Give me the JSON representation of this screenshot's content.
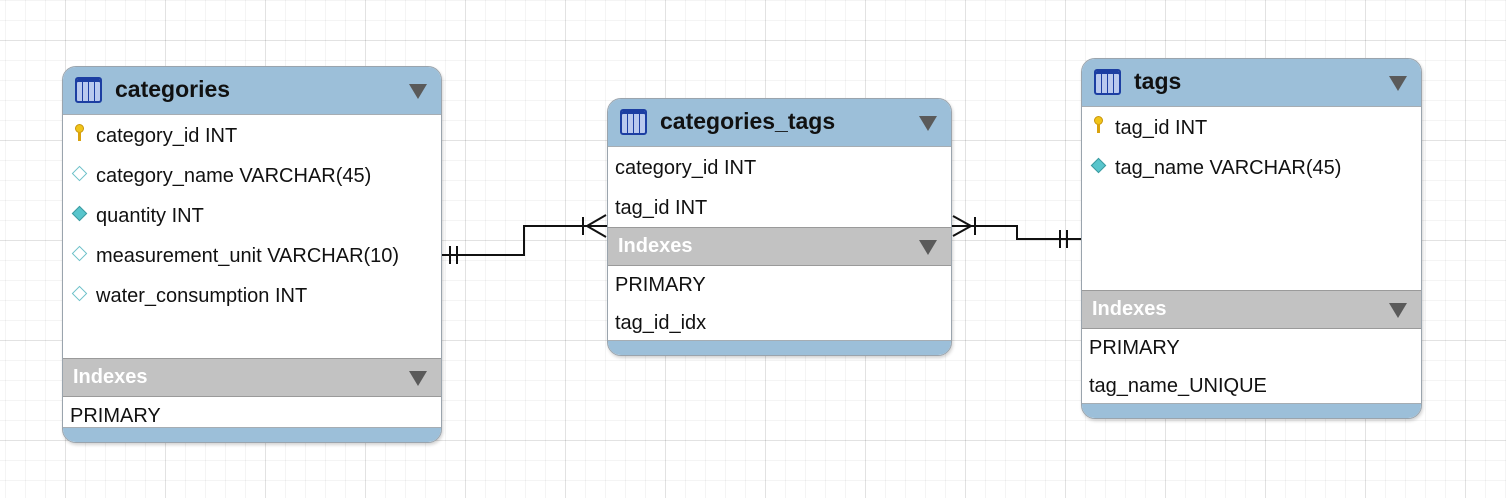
{
  "tables": {
    "categories": {
      "title": "categories",
      "columns": [
        {
          "label": "category_id INT",
          "icon": "primary-key-icon"
        },
        {
          "label": "category_name VARCHAR(45)",
          "icon": "nullable-column-icon"
        },
        {
          "label": "quantity INT",
          "icon": "not-null-column-icon"
        },
        {
          "label": "measurement_unit VARCHAR(10)",
          "icon": "nullable-column-icon"
        },
        {
          "label": "water_consumption INT",
          "icon": "nullable-column-icon"
        }
      ],
      "indexes_label": "Indexes",
      "indexes": [
        "PRIMARY"
      ]
    },
    "categories_tags": {
      "title": "categories_tags",
      "columns": [
        {
          "label": "category_id INT"
        },
        {
          "label": "tag_id INT"
        }
      ],
      "indexes_label": "Indexes",
      "indexes": [
        "PRIMARY",
        "tag_id_idx"
      ]
    },
    "tags": {
      "title": "tags",
      "columns": [
        {
          "label": "tag_id INT",
          "icon": "primary-key-icon"
        },
        {
          "label": "tag_name VARCHAR(45)",
          "icon": "not-null-column-icon"
        }
      ],
      "indexes_label": "Indexes",
      "indexes": [
        "PRIMARY",
        "tag_name_UNIQUE"
      ]
    }
  },
  "relationships": [
    {
      "from": "categories",
      "to": "categories_tags",
      "from_cardinality": "one-and-only-one",
      "to_cardinality": "one-or-many"
    },
    {
      "from": "tags",
      "to": "categories_tags",
      "from_cardinality": "one-and-only-one",
      "to_cardinality": "one-or-many"
    }
  ],
  "colors": {
    "header": "#9cbfd9",
    "indexes_header": "#c2c2c2",
    "grid": "#e6e6e6",
    "line": "#111111"
  }
}
